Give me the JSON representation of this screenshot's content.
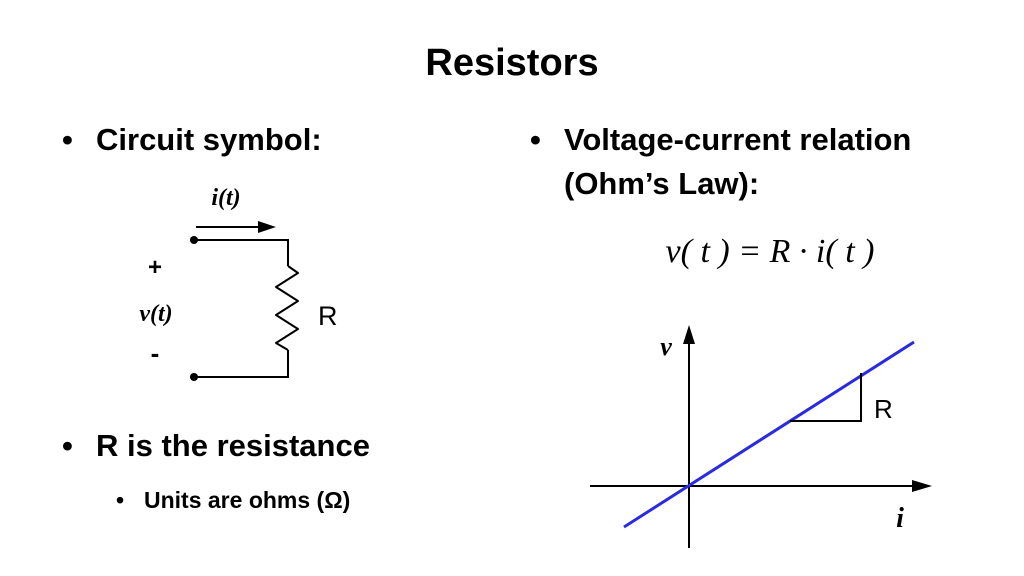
{
  "slide": {
    "title": "Resistors",
    "bullet_circuit_symbol": "Circuit symbol:",
    "bullet_resistance": "R is the resistance",
    "sub_units": "Units are ohms (Ω)",
    "bullet_vc_relation": "Voltage-current relation (Ohm’s Law):",
    "bullet_glyph": "•",
    "equation": "v( t ) = R · i( t )"
  },
  "circuit": {
    "current_label": "i(t)",
    "plus_label": "+",
    "voltage_label": "v(t)",
    "minus_label": "-",
    "resistor_label": "R"
  },
  "graph": {
    "y_axis_label": "v",
    "x_axis_label": "i",
    "slope_label": "R",
    "line_color": "#2a2ae0"
  }
}
